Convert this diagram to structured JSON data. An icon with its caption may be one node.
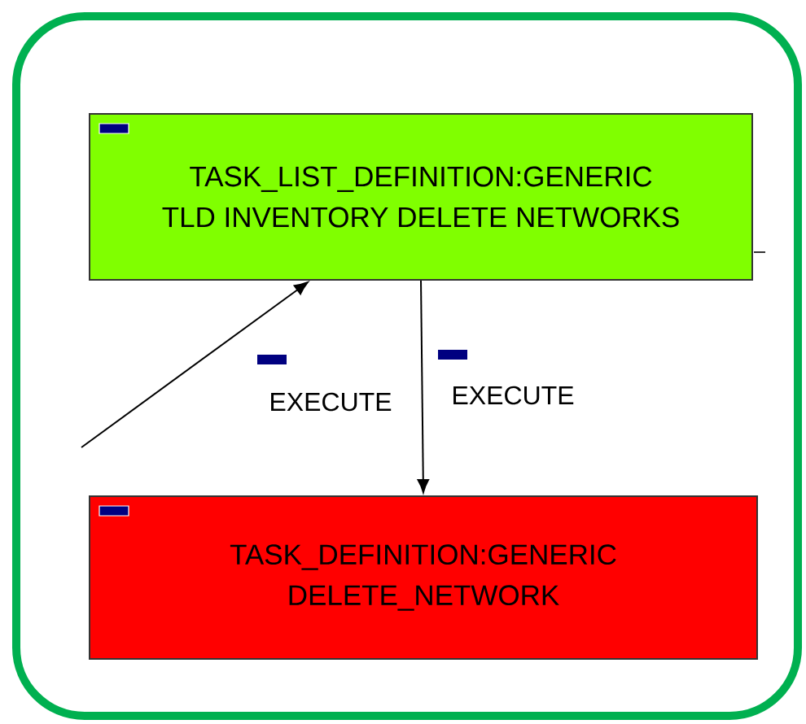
{
  "diagram": {
    "nodes": [
      {
        "text": [],
        "shape": "box"
      },
      {
        "text": [
          "TASK_LIST_DEFINITION:GENERIC",
          "TLD INVENTORY DELETE NETWORKS"
        ],
        "in": 0
      },
      {
        "text": [
          "TASK_DEFINITION:GENERIC",
          "DELETE_NETWORK"
        ],
        "in": 0
      }
    ],
    "edges": [
      {
        "from": null,
        "to": 1,
        "arrow": "to",
        "label": "EXECUTE"
      },
      {
        "from": 1,
        "to": 2,
        "arrow": "to",
        "label": "EXECUTE"
      }
    ]
  }
}
